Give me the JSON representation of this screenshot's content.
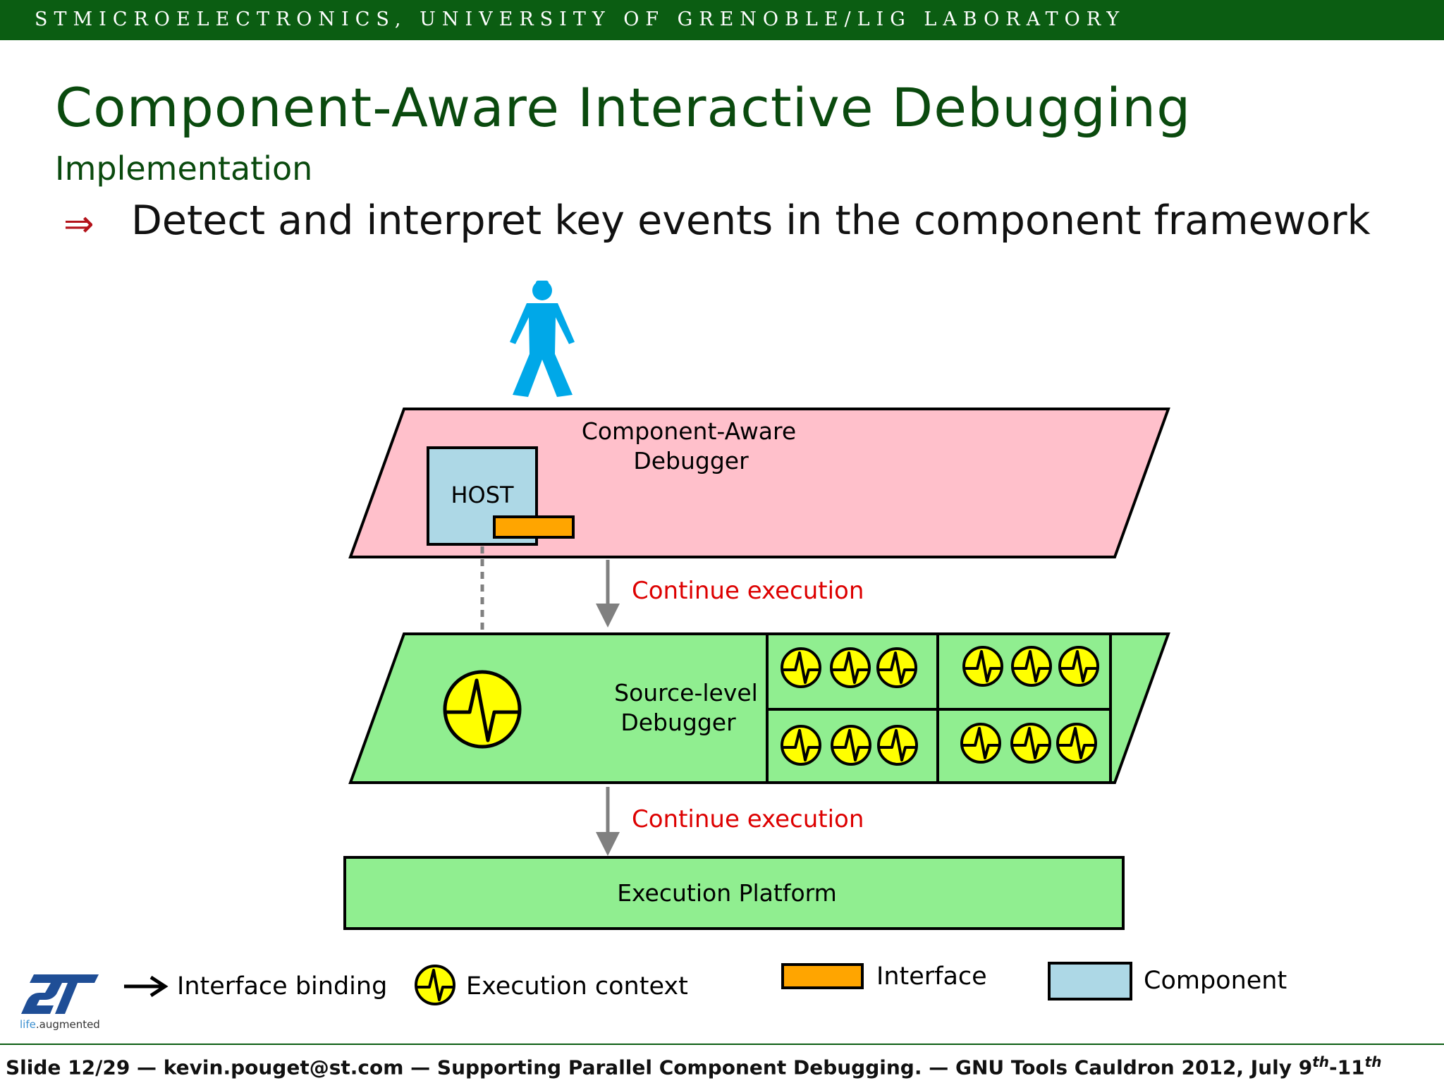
{
  "header": {
    "text": "STMICROELECTRONICS, UNIVERSITY OF GRENOBLE/LIG LABORATORY"
  },
  "slide": {
    "title": "Component-Aware Interactive Debugging",
    "subtitle": "Implementation",
    "bullet_arrow": "⇒",
    "bullet": "Detect and interpret key events in the component framework"
  },
  "diagram": {
    "top_layer": {
      "label_line1": "Component-Aware",
      "label_line2": "Debugger",
      "host_label": "HOST"
    },
    "middle_layer": {
      "label_line1": "Source-level",
      "label_line2": "Debugger"
    },
    "bottom_layer": {
      "label": "Execution Platform"
    },
    "arrow_labels": {
      "upper": "Continue execution",
      "lower": "Continue execution"
    },
    "colors": {
      "pink_layer": "#ffc0cb",
      "green_layer": "#90ee90",
      "component": "#add8e6",
      "interface": "#ffa500",
      "execution_context": "#ffff00",
      "person": "#00a8e8",
      "arrow_label": "#dd0000"
    }
  },
  "legend": {
    "interface_binding": "Interface binding",
    "execution_context": "Execution context",
    "interface": "Interface",
    "component": "Component"
  },
  "logo": {
    "tagline_life": "life",
    "tagline_rest": ".augmented"
  },
  "footer": {
    "text": "Slide 12/29 — kevin.pouget@st.com — Supporting Parallel Component Debugging. — GNU Tools Cauldron 2012, July 9",
    "sup1": "th",
    "dash": "-11",
    "sup2": "th"
  }
}
